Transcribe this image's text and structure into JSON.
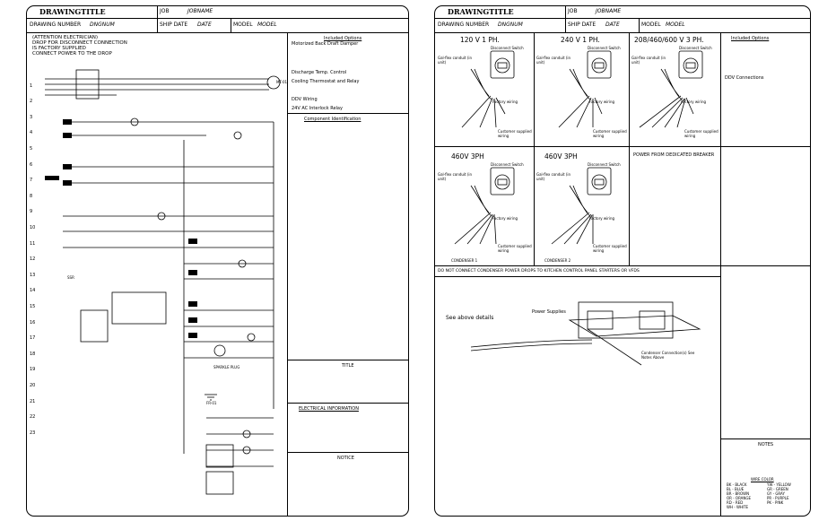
{
  "left_sheet": {
    "title_block": {
      "drawing_title": "DRAWINGTITLE",
      "job_label": "JOB",
      "job_value": "JOBNAME",
      "drawing_number_label": "DRAWING NUMBER",
      "drawing_number_value": "DNGNUM",
      "ship_date_label": "SHIP DATE",
      "ship_date_value": "DATE",
      "model_label": "MODEL",
      "model_value": "MODEL"
    },
    "notice": [
      "(ATTENTION ELECTRICIAN)",
      "DROP FOR DISCONNECT CONNECTION",
      "IS FACTORY SUPPLIED",
      "CONNECT POWER TO THE DROP"
    ],
    "side_headings": {
      "included_options": "Included Options",
      "options_list": [
        "Motorized Back Draft Damper",
        "Discharge Temp. Control",
        "Cooling Thermostat and Relay",
        "DDV Wiring",
        "24V AC Interlock Relay"
      ],
      "component_identification": "Component Identification",
      "title": "TITLE",
      "electrical_information": "ELECTRICAL INFORMATION",
      "notice_footer": "NOTICE"
    },
    "row_numbers": [
      "1",
      "2",
      "3",
      "4",
      "5",
      "6",
      "7",
      "8",
      "9",
      "10",
      "11",
      "12",
      "13",
      "14",
      "15",
      "16",
      "17",
      "18",
      "19",
      "20",
      "21",
      "22",
      "23"
    ],
    "labels": {
      "mt01": "MT-01",
      "ssr": "SSR",
      "fr01": "FR-01",
      "sparkle": "SPARKLE PLUG"
    }
  },
  "right_sheet": {
    "title_block": {
      "drawing_title": "DRAWINGTITLE",
      "job_label": "JOB",
      "job_value": "JOBNAME",
      "drawing_number_label": "DRAWING NUMBER",
      "drawing_number_value": "DNGNUM",
      "ship_date_label": "SHIP DATE",
      "ship_date_value": "DATE",
      "model_label": "MODEL",
      "model_value": "MODEL"
    },
    "panels": [
      {
        "heading": "120 V 1 PH.",
        "conduit": "Gal-flex conduit (in unit)",
        "disconnect": "Disconnect Switch",
        "factory": "Factory wiring",
        "customer": "Customer supplied wiring"
      },
      {
        "heading": "240 V 1 PH.",
        "conduit": "Gal-flex conduit (in unit)",
        "disconnect": "Disconnect Switch",
        "factory": "Factory wiring",
        "customer": "Customer supplied wiring"
      },
      {
        "heading": "208/460/600 V 3 PH.",
        "conduit": "Gal-flex conduit (in unit)",
        "disconnect": "Disconnect Switch",
        "factory": "Factory wiring",
        "customer": "Customer supplied wiring"
      },
      {
        "heading": "460V 3PH",
        "conduit": "Gal-flex conduit (in unit)",
        "disconnect": "Disconnect Switch",
        "factory": "Factory wiring",
        "customer": "Customer supplied wiring",
        "footer": "CONDENSER 1"
      },
      {
        "heading": "460V 3PH",
        "conduit": "Gal-flex conduit (in unit)",
        "disconnect": "Disconnect Switch",
        "factory": "Factory wiring",
        "customer": "Customer supplied wiring",
        "footer": "CONDENSER 2"
      }
    ],
    "included_options": "Included Options",
    "ddv_connections": "DDV Connections",
    "power_from_breaker": "POWER FROM DEDICATED BREAKER",
    "warning": "DO NOT CONNECT CONDENSER POWER DROPS TO KITCHEN CONTROL PANEL STARTERS OR VFDS",
    "see_above": "See above details",
    "power_supplies": "Power Supplies",
    "condenser_connections": "Condenser Connection(s) See Notes Above",
    "notes": "NOTES",
    "wire_color_title": "WIRE COLOR",
    "wire_colors": [
      "BK - BLACK",
      "BL - BLUE",
      "BR - BROWN",
      "OR - ORANGE",
      "RD - RED",
      "WH - WHITE",
      "YW - YELLOW",
      "GR - GREEN",
      "GY - GRAY",
      "PR - PURPLE",
      "PK - PINK"
    ]
  }
}
